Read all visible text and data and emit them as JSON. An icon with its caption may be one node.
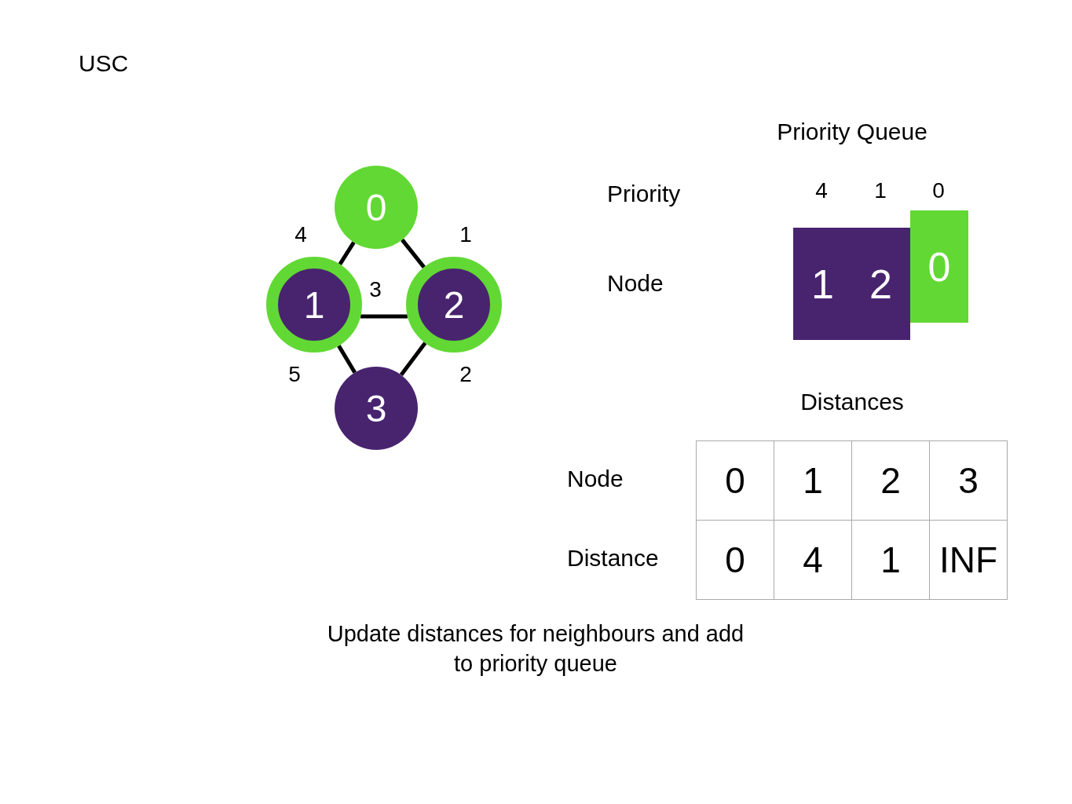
{
  "diagram": {
    "title": "USC",
    "caption": "Update distances for neighbours and add to priority queue",
    "nodes": [
      {
        "text": [
          "0"
        ]
      },
      {
        "text": [
          "1"
        ]
      },
      {
        "text": [
          "2"
        ]
      },
      {
        "text": [
          "3"
        ]
      },
      {
        "text": [
          "1"
        ]
      },
      {
        "text": [
          "2"
        ]
      },
      {
        "text": [
          "0"
        ]
      }
    ],
    "edges": [
      {
        "from": 0,
        "to": 1,
        "arrow": "none",
        "label": "4"
      },
      {
        "from": 0,
        "to": 2,
        "arrow": "none",
        "label": "1"
      },
      {
        "from": 1,
        "to": 2,
        "arrow": "none",
        "label": "3"
      },
      {
        "from": 1,
        "to": 3,
        "arrow": "none",
        "label": "5"
      },
      {
        "from": 2,
        "to": 3,
        "arrow": "none",
        "label": "2"
      }
    ],
    "labels": [
      "Priority Queue",
      "Priority",
      "4",
      "1",
      "0",
      "Node",
      "Distances",
      "Node",
      "Distance",
      "0",
      "1",
      "2",
      "3",
      "0",
      "4",
      "1",
      "INF"
    ]
  }
}
